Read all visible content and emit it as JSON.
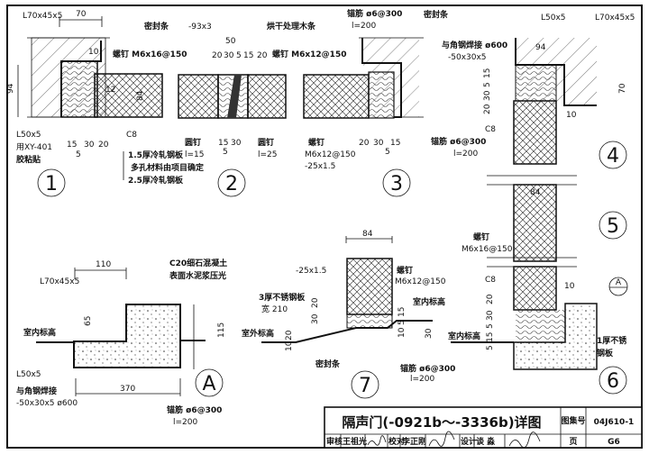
{
  "drawing": {
    "d1": {
      "angle_top": "L70x45x5",
      "dim_70": "70",
      "dim_94": "94",
      "dim_10": "10",
      "angle_bottom": "L50x5",
      "glue_1": "用XY-401",
      "glue_2": "胶粘贴",
      "dims": [
        "15",
        "30",
        "20"
      ],
      "dim_5": "5",
      "c8": "C8",
      "layers": [
        "1.5厚冷轧钢板",
        "多孔材料由项目确定",
        "2.5厚冷轧钢板"
      ],
      "dim_84": "84",
      "dim_12": "12",
      "index": "1"
    },
    "d2": {
      "seal": "密封条",
      "plate": "-93x3",
      "dim_50": "50",
      "dims": [
        "20",
        "30",
        "5",
        "15",
        "20"
      ],
      "wood": "烘干处理木条",
      "screw_l": "螺钉 M6x16@150",
      "screw_r": "螺钉 M6x12@150",
      "nail_l": "圆钉",
      "nail_l_len": "l=15",
      "dims_b": [
        "15",
        "30"
      ],
      "dim_5": "5",
      "nail_r": "圆钉",
      "nail_r_len": "l=25",
      "index": "2"
    },
    "d3": {
      "anchor": "锚筋 ø6@300",
      "anchor_len": "l=200",
      "seal": "密封条",
      "screw": "螺钉",
      "screw_spec": "M6x12@150",
      "strip": "-25x1.5",
      "dims": [
        "20",
        "30",
        "15"
      ],
      "dim_5": "5",
      "index": "3"
    },
    "d4": {
      "angle_l": "L50x5",
      "angle_r": "L70x45x5",
      "weld": "与角钢焊接 ø600",
      "plate": "-50x30x5",
      "dim_94": "94",
      "dim_70": "70",
      "dims_v": [
        "20",
        "30",
        "5",
        "15"
      ],
      "c8": "C8",
      "anchor": "锚筋 ø6@300",
      "anchor_len": "l=200",
      "dim_10": "10",
      "index": "4"
    },
    "d5": {
      "dim_84": "84",
      "screw": "螺钉",
      "screw_spec": "M6x16@150",
      "index": "5"
    },
    "d6": {
      "c8": "C8",
      "dim_10": "10",
      "indoor": "室内标高",
      "dims_v": [
        "20",
        "30",
        "5",
        "15",
        "5"
      ],
      "steel_1": "1厚不锈",
      "steel_2": "钢板",
      "ref": "A",
      "index": "6"
    },
    "dA": {
      "dim_110": "110",
      "angle_top": "L70x45x5",
      "concrete_1": "C20细石混凝土",
      "concrete_2": "表面水泥浆压光",
      "indoor": "室内标高",
      "dim_65": "65",
      "dim_115": "115",
      "angle_bottom": "L50x5",
      "weld_1": "与角钢焊接",
      "weld_2": "-50x30x5 ø600",
      "dim_370": "370",
      "anchor": "锚筋 ø6@300",
      "anchor_len": "l=200",
      "index": "A"
    },
    "d7": {
      "dim_84": "84",
      "strip": "-25x1.5",
      "screw": "螺钉",
      "screw_spec": "M6x12@150",
      "steel": "3厚不锈钢板",
      "width": "宽 210",
      "outdoor": "室外标高",
      "indoor": "室内标高",
      "seal": "密封条",
      "anchor": "锚筋 ø6@300",
      "anchor_len": "l=200",
      "dims_l": [
        "20",
        "30",
        "20",
        "10"
      ],
      "dims_r": [
        "15",
        "5",
        "10",
        "30"
      ],
      "index": "7"
    }
  },
  "title_block": {
    "title": "隔声门(-0921b～-3336b)详图",
    "atlas_label": "图集号",
    "atlas_no": "04J610-1",
    "review_label": "审核",
    "reviewer": "王祖光",
    "check_label": "校对",
    "checker": "李正刚",
    "design_label": "设计",
    "designer": "谈 淼",
    "page_label": "页",
    "page_no": "G6"
  }
}
